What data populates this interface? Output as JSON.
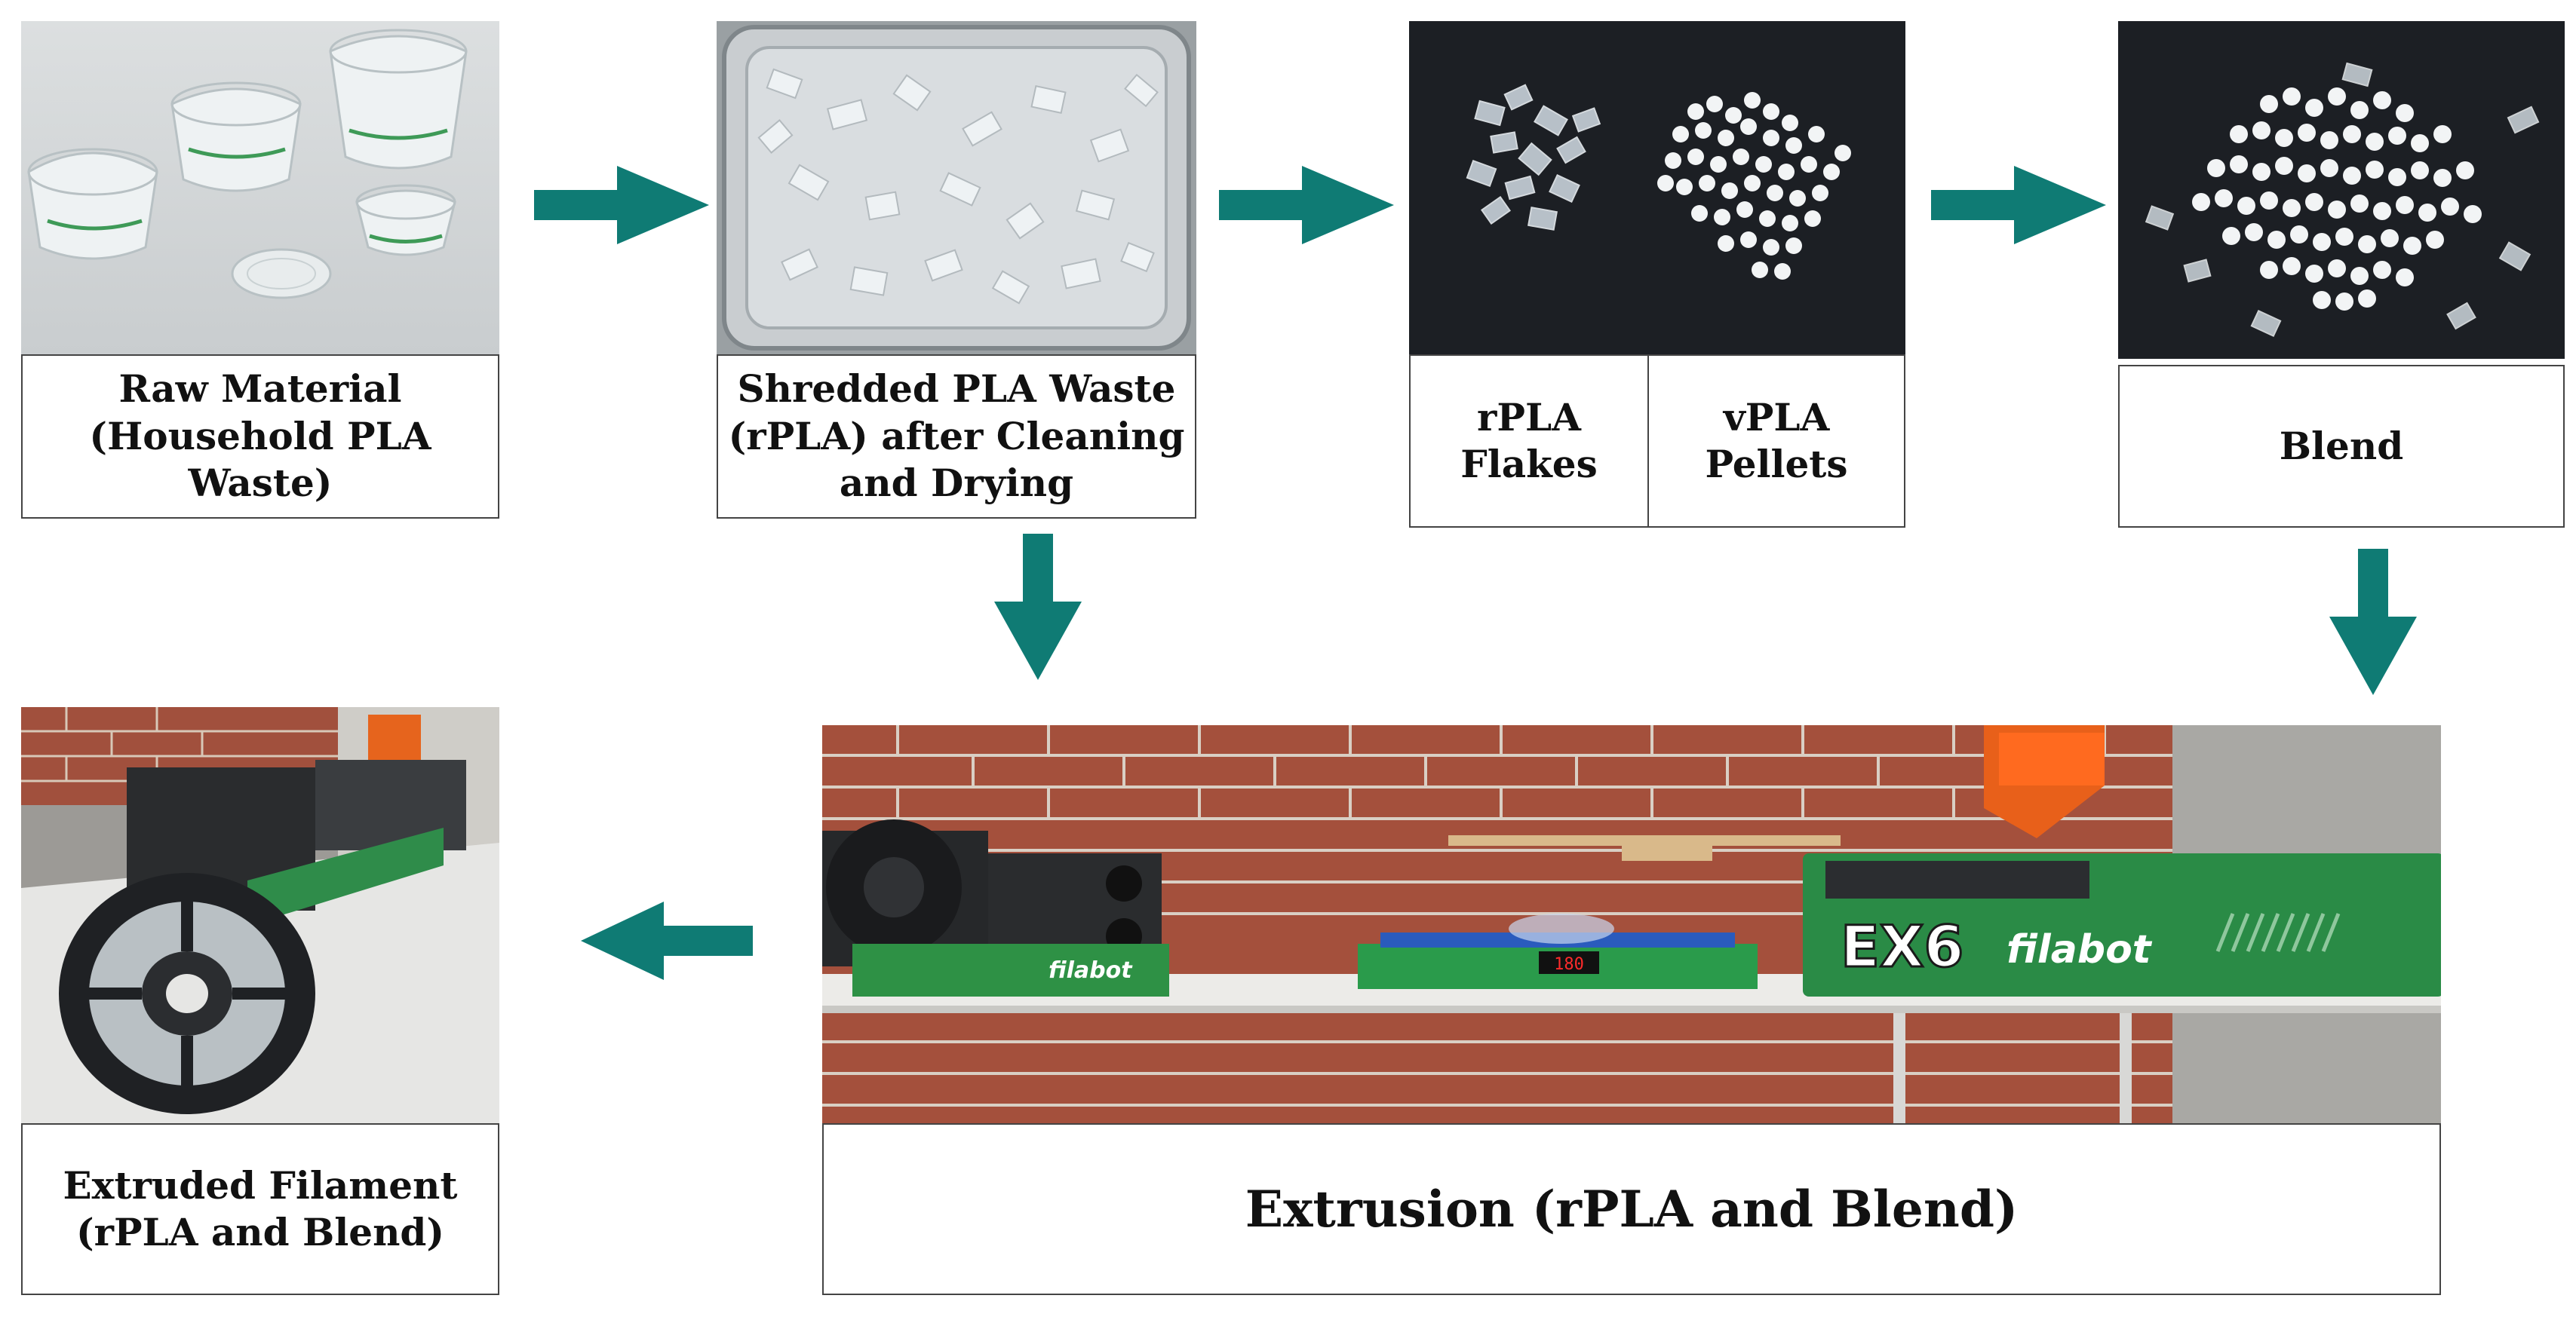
{
  "colors": {
    "arrow": "#0f7b74",
    "border": "#444444"
  },
  "labels": {
    "raw_material": "Raw Material\n(Household PLA\nWaste)",
    "shredded": "Shredded PLA Waste\n(rPLA) after Cleaning\nand Drying",
    "rpla_flakes": "rPLA\nFlakes",
    "vpla_pellets": "vPLA\nPellets",
    "blend": "Blend",
    "extruded_filament": "Extruded Filament\n(rPLA and Blend)",
    "extrusion": "Extrusion (rPLA and Blend)"
  },
  "photos": {
    "extruder_brand": "filabot",
    "extruder_model": "EX6",
    "display_reading": "180"
  }
}
